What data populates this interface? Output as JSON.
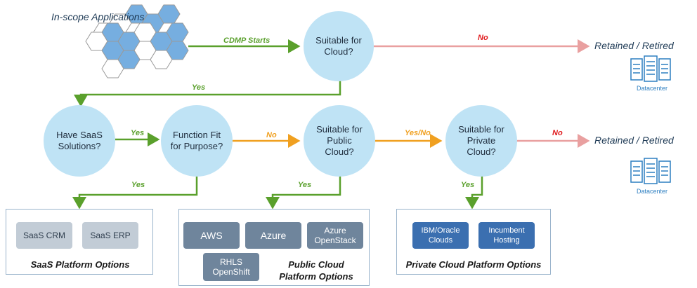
{
  "header": {
    "in_scope": "In-scope Applications"
  },
  "flow": {
    "cdmp_starts": "CDMP Starts",
    "yes": "Yes",
    "no": "No",
    "yes_no": "Yes/No"
  },
  "nodes": {
    "suitable_cloud": "Suitable for\nCloud?",
    "have_saas": "Have SaaS\nSolutions?",
    "function_fit": "Function Fit\nfor Purpose?",
    "public_cloud": "Suitable for\nPublic\nCloud?",
    "private_cloud": "Suitable for\nPrivate\nCloud?"
  },
  "outcomes": {
    "retained_top": "Retained / Retired",
    "retained_bottom": "Retained / Retired",
    "datacenter_top": "Datacenter",
    "datacenter_bottom": "Datacenter"
  },
  "saas_box": {
    "title": "SaaS Platform Options",
    "items": [
      "SaaS CRM",
      "SaaS ERP"
    ]
  },
  "public_box": {
    "title": "Public Cloud\nPlatform Options",
    "items": [
      "AWS",
      "Azure",
      "Azure\nOpenStack",
      "RHLS\nOpenShift"
    ]
  },
  "private_box": {
    "title": "Private Cloud Platform Options",
    "items": [
      "IBM/Oracle\nClouds",
      "Incumbent\nHosting"
    ]
  },
  "colors": {
    "yes": "#5aa02c",
    "no_orange": "#f0a020",
    "no_red": "#e0191c",
    "node": "#bfe3f5"
  }
}
